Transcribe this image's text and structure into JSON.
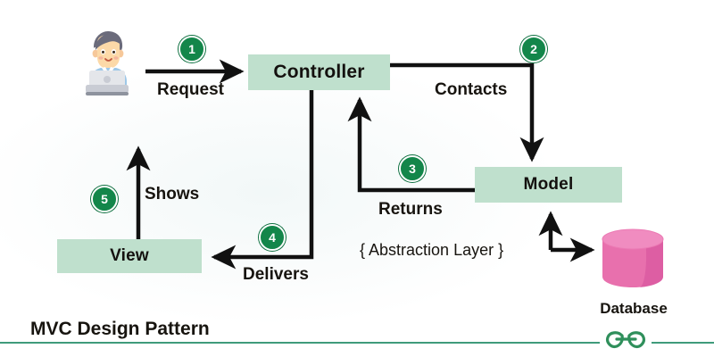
{
  "diagram": {
    "title": "MVC Design Pattern",
    "nodes": {
      "controller": "Controller",
      "model": "Model",
      "view": "View",
      "database": "Database",
      "user_icon": "person-with-laptop-icon"
    },
    "edges": [
      {
        "id": "request",
        "label": "Request",
        "step": "1",
        "from": "user",
        "to": "controller"
      },
      {
        "id": "contacts",
        "label": "Contacts",
        "step": "2",
        "from": "controller",
        "to": "model"
      },
      {
        "id": "returns",
        "label": "Returns",
        "step": "3",
        "from": "model",
        "to": "controller"
      },
      {
        "id": "delivers",
        "label": "Delivers",
        "step": "4",
        "from": "controller",
        "to": "view"
      },
      {
        "id": "shows",
        "label": "Shows",
        "step": "5",
        "from": "view",
        "to": "user"
      }
    ],
    "annotations": {
      "abstraction_layer": "{ Abstraction Layer }"
    },
    "steps": {
      "one": "1",
      "two": "2",
      "three": "3",
      "four": "4",
      "five": "5"
    },
    "branding": {
      "logo": "geeksforgeeks-logo"
    },
    "colors": {
      "node_fill": "#bfe0cd",
      "badge_green": "#13864a",
      "database_pink": "#e87bb4",
      "rule_green": "#3f9b7b",
      "stroke": "#111111",
      "background": "#ffffff"
    }
  }
}
